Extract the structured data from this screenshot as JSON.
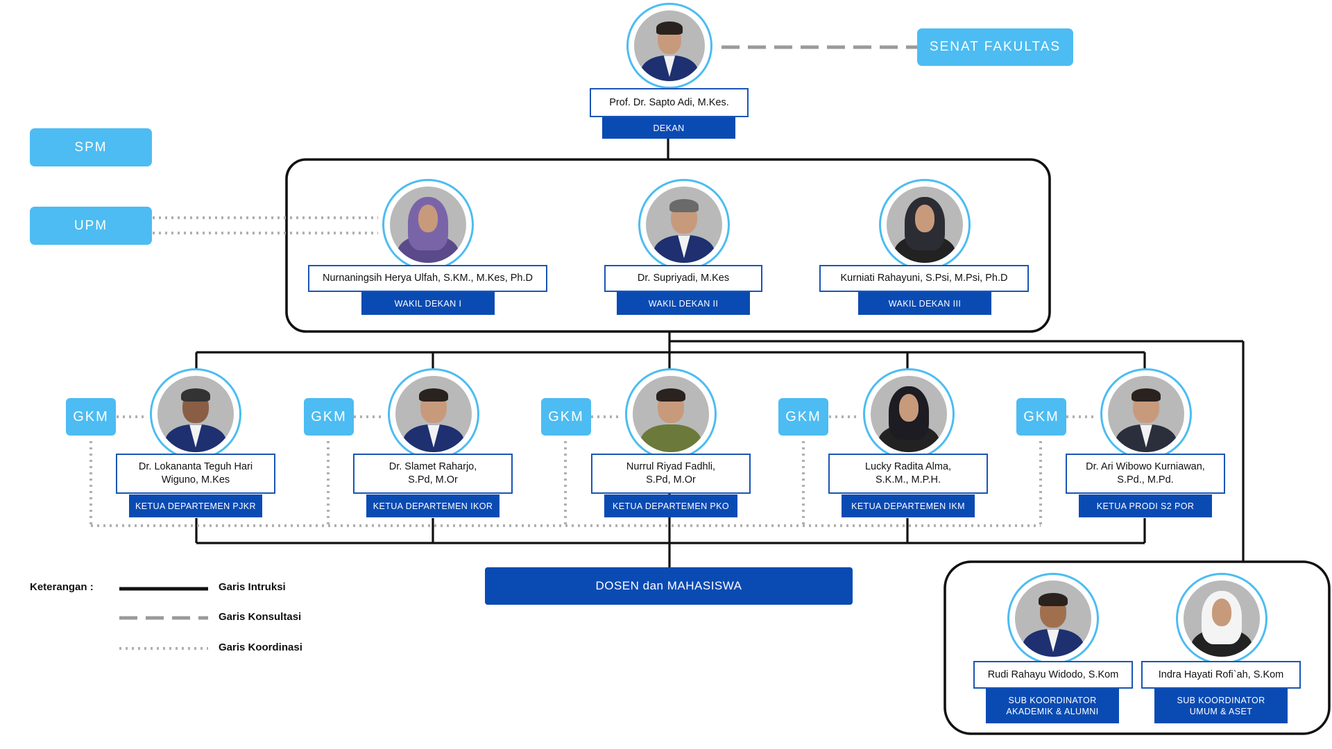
{
  "dean": {
    "name": "Prof. Dr. Sapto Adi, M.Kes.",
    "role": "DEKAN"
  },
  "senat": "SENAT FAKULTAS",
  "spm": "SPM",
  "upm": "UPM",
  "vice_deans": [
    {
      "name": "Nurnaningsih Herya Ulfah, S.KM., M.Kes, Ph.D",
      "role": "WAKIL DEKAN I"
    },
    {
      "name": "Dr. Supriyadi, M.Kes",
      "role": "WAKIL DEKAN II"
    },
    {
      "name": "Kurniati Rahayuni, S.Psi, M.Psi, Ph.D",
      "role": "WAKIL DEKAN III"
    }
  ],
  "gkm_label": "GKM",
  "departments": [
    {
      "name_line1": "Dr. Lokananta Teguh Hari",
      "name_line2": "Wiguno, M.Kes",
      "role": "KETUA DEPARTEMEN PJKR"
    },
    {
      "name_line1": "Dr. Slamet Raharjo,",
      "name_line2": "S.Pd, M.Or",
      "role": "KETUA DEPARTEMEN IKOR"
    },
    {
      "name_line1": "Nurrul Riyad Fadhli,",
      "name_line2": "S.Pd, M.Or",
      "role": "KETUA DEPARTEMEN PKO"
    },
    {
      "name_line1": "Lucky Radita Alma,",
      "name_line2": "S.K.M., M.P.H.",
      "role": "KETUA DEPARTEMEN IKM"
    },
    {
      "name_line1": "Dr. Ari Wibowo Kurniawan,",
      "name_line2": "S.Pd., M.Pd.",
      "role": "KETUA PRODI S2 POR"
    }
  ],
  "dosen": "DOSEN dan MAHASISWA",
  "sub_coordinators": [
    {
      "name": "Rudi Rahayu Widodo, S.Kom",
      "role_line1": "SUB KOORDINATOR",
      "role_line2": "AKADEMIK & ALUMNI"
    },
    {
      "name": "Indra Hayati Rofi`ah, S.Kom",
      "role_line1": "SUB KOORDINATOR",
      "role_line2": "UMUM & ASET"
    }
  ],
  "legend": {
    "title": "Keterangan :",
    "instruksi": "Garis Intruksi",
    "konsultasi": "Garis Konsultasi",
    "koordinasi": "Garis Koordinasi"
  },
  "colors": {
    "cyan": "#4cbcf2",
    "navy": "#0a4bb3",
    "ring": "#4cbcf2"
  }
}
